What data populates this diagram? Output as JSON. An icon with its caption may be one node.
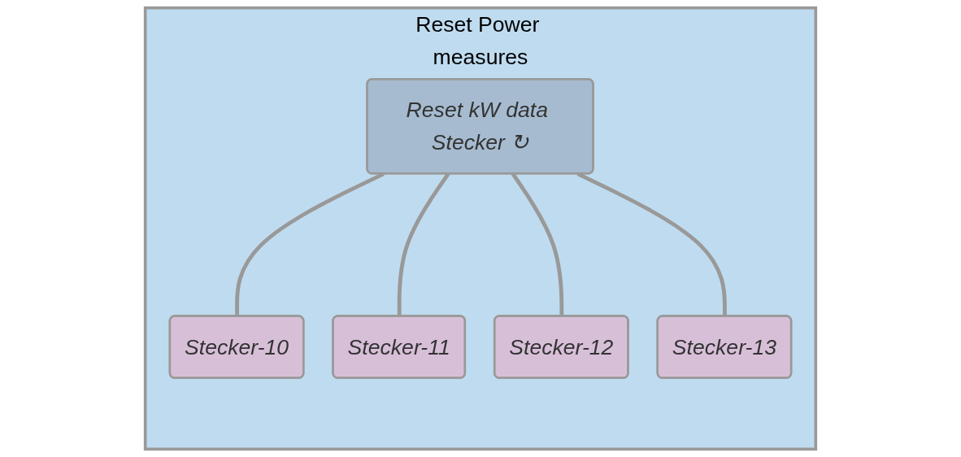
{
  "diagram": {
    "nodes": [
      {
        "text": [
          "Reset Power measures"
        ]
      },
      {
        "text": [
          "Reset kW data Stecker ↻"
        ],
        "in": 0
      },
      {
        "text": [
          "Stecker-10"
        ],
        "in": 0
      },
      {
        "text": [
          "Stecker-11"
        ],
        "in": 0
      },
      {
        "text": [
          "Stecker-12"
        ],
        "in": 0
      },
      {
        "text": [
          "Stecker-13"
        ],
        "in": 0
      }
    ],
    "edges": [
      {
        "from": 1,
        "to": 2,
        "arrow": "none"
      },
      {
        "from": 1,
        "to": 3,
        "arrow": "none"
      },
      {
        "from": 1,
        "to": 4,
        "arrow": "none"
      },
      {
        "from": 1,
        "to": 5,
        "arrow": "none"
      }
    ]
  }
}
